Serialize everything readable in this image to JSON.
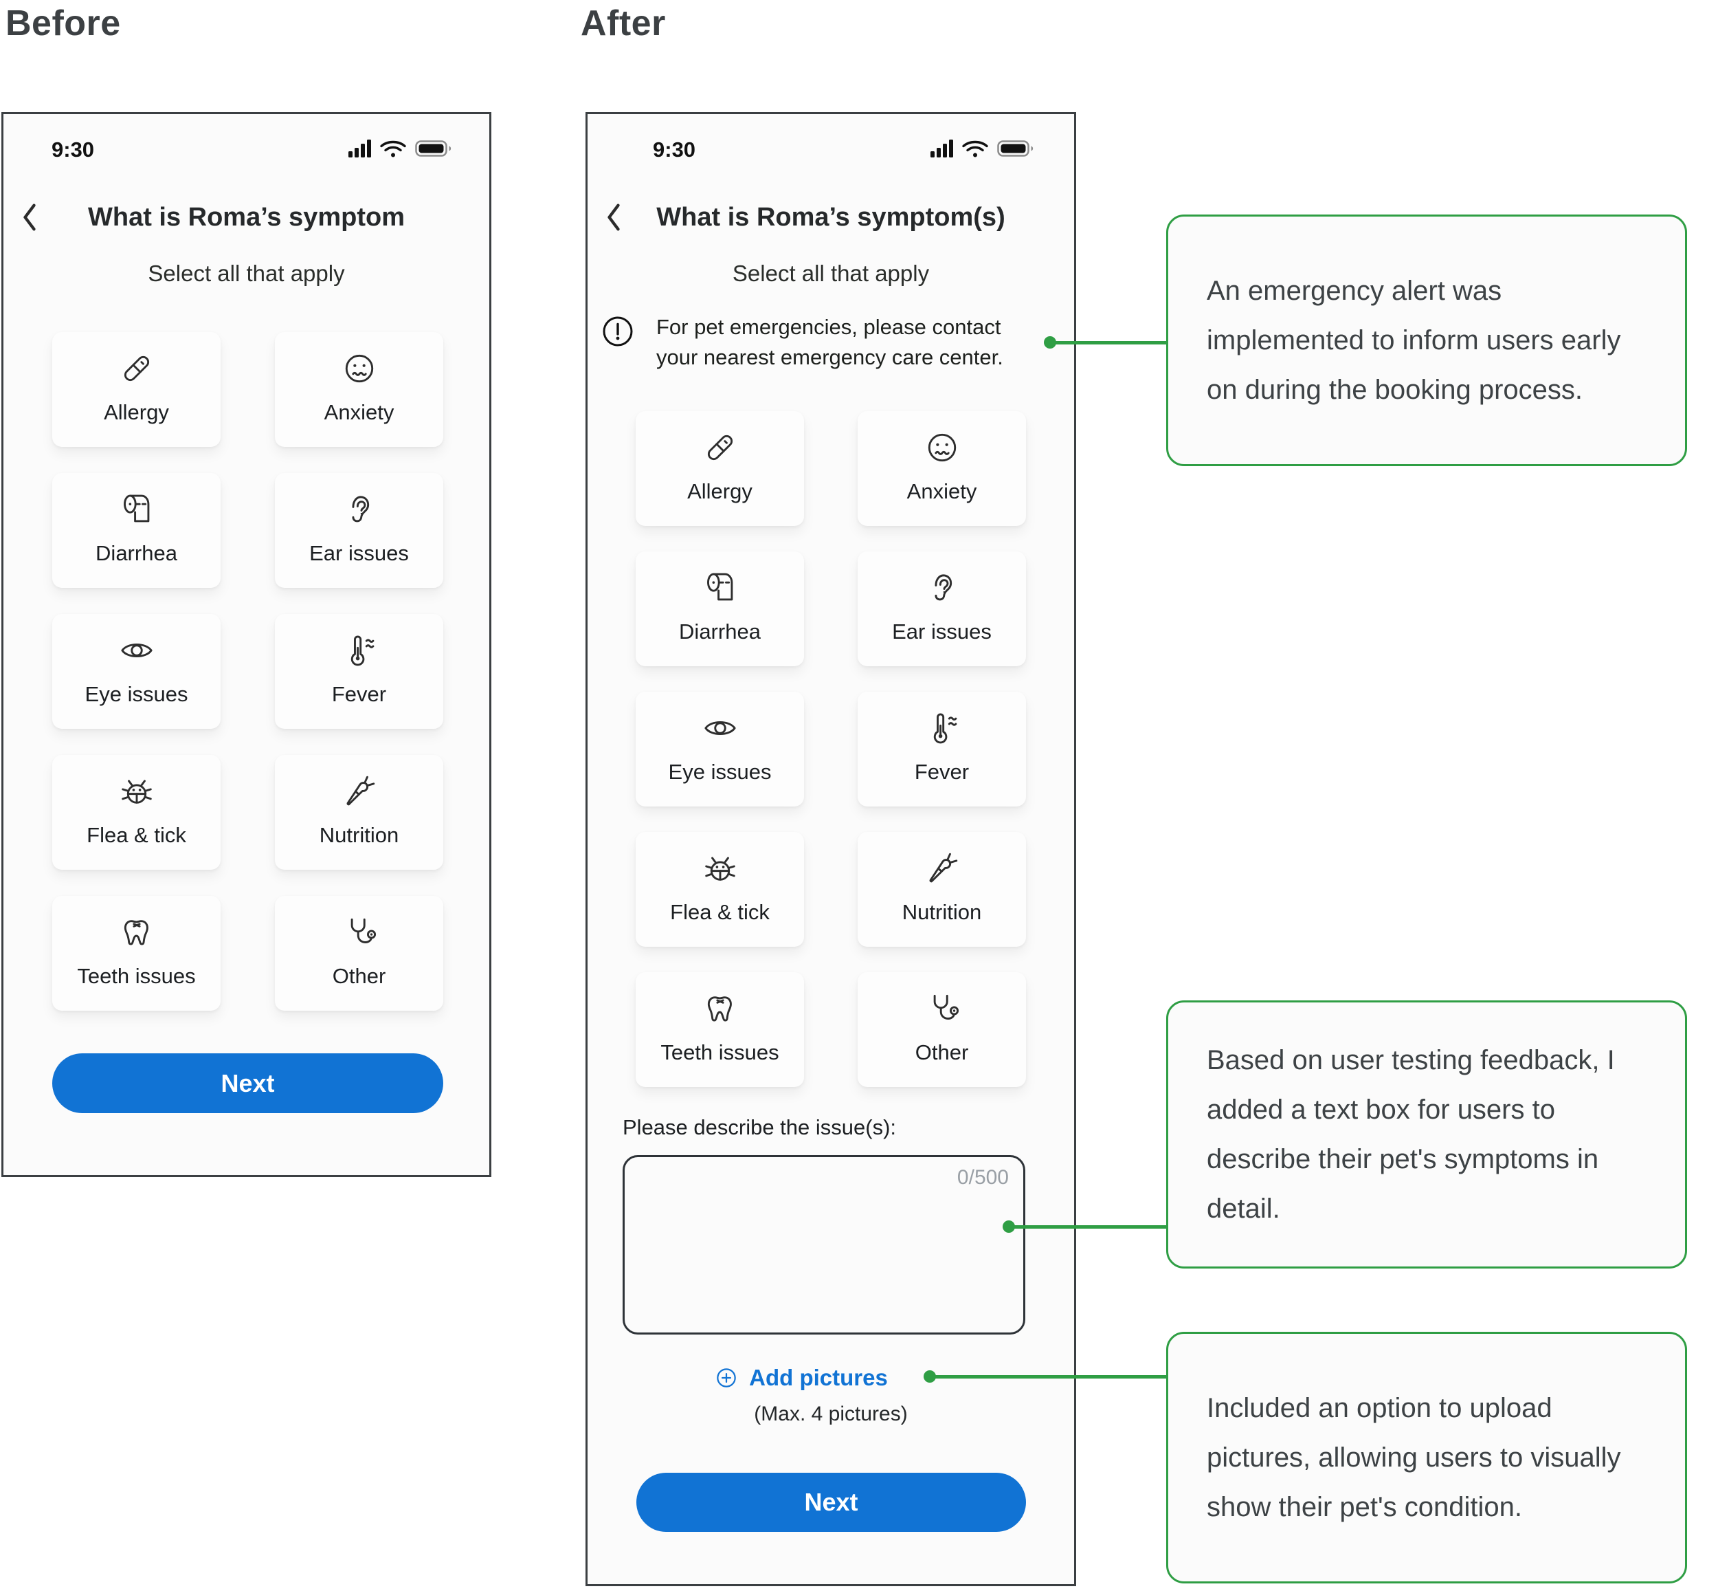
{
  "page": {
    "before_label": "Before",
    "after_label": "After"
  },
  "colors": {
    "accent_green": "#2f9e44",
    "primary_blue": "#1173d4",
    "card_bg": "#fdfdfd",
    "screen_bg": "#fbfbfb"
  },
  "status_bar": {
    "time": "9:30",
    "icons": [
      "signal-icon",
      "wifi-icon",
      "battery-icon"
    ]
  },
  "before_screen": {
    "title": "What is Roma’s symptom",
    "subtitle": "Select all that apply",
    "next_label": "Next"
  },
  "after_screen": {
    "title": "What is Roma’s symptom(s)",
    "subtitle": "Select all that apply",
    "emergency_alert": "For pet emergencies, please contact your nearest emergency care center.",
    "describe_label": "Please describe the issue(s):",
    "char_counter": "0/500",
    "textarea_value": "",
    "textarea_placeholder": "",
    "add_pictures_label": "Add pictures",
    "max_pictures_note": "(Max. 4 pictures)",
    "next_label": "Next"
  },
  "symptoms": [
    {
      "label": "Allergy",
      "icon": "pill-icon"
    },
    {
      "label": "Anxiety",
      "icon": "anxious-face-icon"
    },
    {
      "label": "Diarrhea",
      "icon": "toilet-paper-icon"
    },
    {
      "label": "Ear issues",
      "icon": "ear-icon"
    },
    {
      "label": "Eye issues",
      "icon": "eye-icon"
    },
    {
      "label": "Fever",
      "icon": "thermometer-icon"
    },
    {
      "label": "Flea & tick",
      "icon": "bug-icon"
    },
    {
      "label": "Nutrition",
      "icon": "carrot-icon"
    },
    {
      "label": "Teeth issues",
      "icon": "tooth-icon"
    },
    {
      "label": "Other",
      "icon": "stethoscope-icon"
    }
  ],
  "annotations": [
    {
      "text": "An emergency alert was implemented to inform users early on during the booking process."
    },
    {
      "text": "Based on user testing feedback, I added a text box for users to describe their pet's symptoms in detail."
    },
    {
      "text": "Included an option to upload pictures, allowing users to visually show their pet's condition."
    }
  ]
}
